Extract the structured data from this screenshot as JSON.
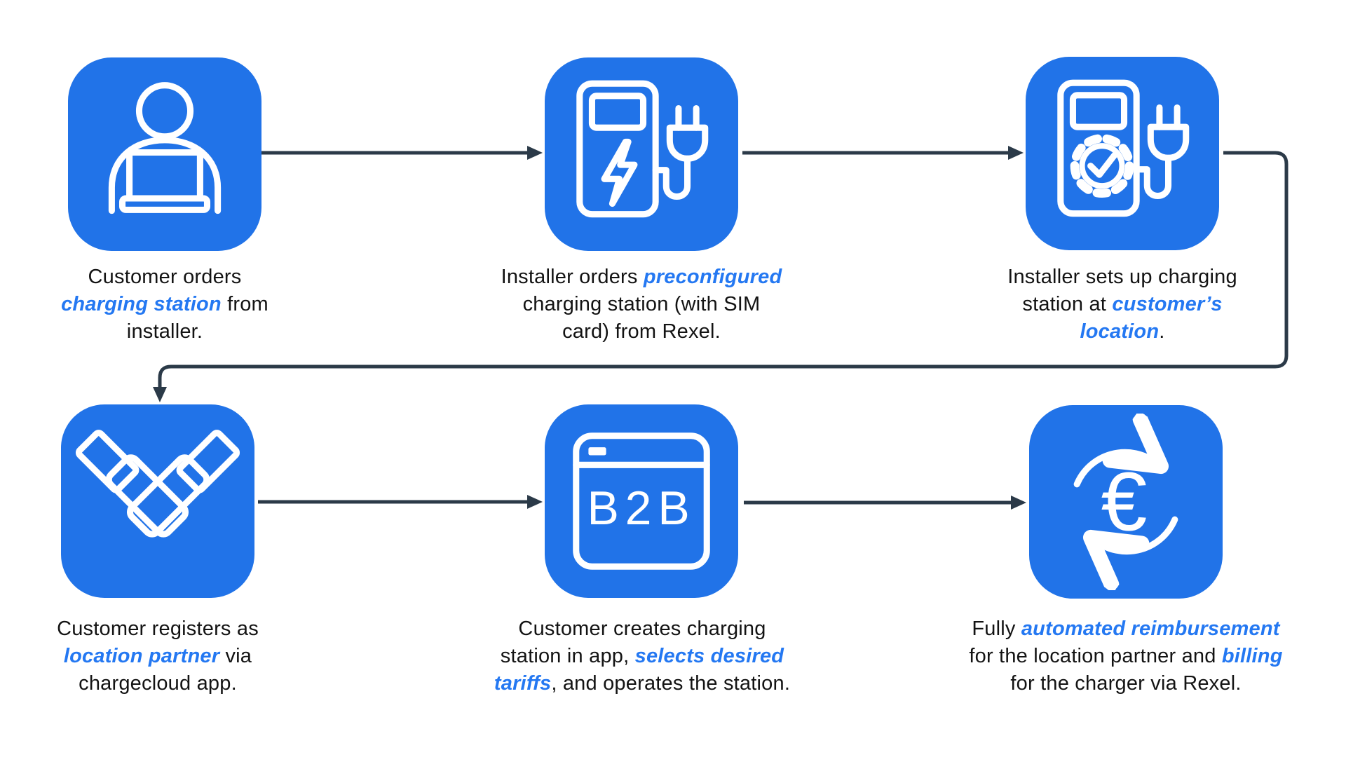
{
  "diagram": {
    "type": "process-flow",
    "step_count": 6,
    "rows": 2
  },
  "colors": {
    "tile_blue": "#2173e8",
    "highlight_blue": "#2478f2",
    "arrow": "#2b3a48",
    "text": "#131313",
    "background": "#ffffff"
  },
  "steps": [
    {
      "id": 1,
      "icon": "customer-laptop-icon",
      "caption_lines": [
        [
          {
            "t": "Customer orders"
          }
        ],
        [
          {
            "t": "charging station",
            "hl": 1
          },
          {
            "t": " from"
          }
        ],
        [
          {
            "t": "installer."
          }
        ]
      ]
    },
    {
      "id": 2,
      "icon": "charging-station-bolt-icon",
      "caption_lines": [
        [
          {
            "t": "Installer orders "
          },
          {
            "t": "preconfigured",
            "hl": 1
          }
        ],
        [
          {
            "t": "charging station (with SIM"
          }
        ],
        [
          {
            "t": "card) from Rexel."
          }
        ]
      ]
    },
    {
      "id": 3,
      "icon": "charging-station-check-icon",
      "caption_lines": [
        [
          {
            "t": "Installer sets up charging"
          }
        ],
        [
          {
            "t": "station at "
          },
          {
            "t": "customer’s",
            "hl": 1
          }
        ],
        [
          {
            "t": "location",
            "hl": 1
          },
          {
            "t": "."
          }
        ]
      ]
    },
    {
      "id": 4,
      "icon": "handshake-icon",
      "caption_lines": [
        [
          {
            "t": "Customer registers as"
          }
        ],
        [
          {
            "t": "location partner",
            "hl": 1
          },
          {
            "t": " via"
          }
        ],
        [
          {
            "t": "chargecloud app."
          }
        ]
      ]
    },
    {
      "id": 5,
      "icon": "b2b-app-icon",
      "icon_label": "B2B",
      "caption_lines": [
        [
          {
            "t": "Customer creates charging"
          }
        ],
        [
          {
            "t": "station in app, "
          },
          {
            "t": "selects desired",
            "hl": 1
          }
        ],
        [
          {
            "t": "tariffs",
            "hl": 1
          },
          {
            "t": ", and operates the station."
          }
        ]
      ]
    },
    {
      "id": 6,
      "icon": "euro-cycle-icon",
      "icon_glyph": "€",
      "caption_lines": [
        [
          {
            "t": "Fully "
          },
          {
            "t": "automated reimbursement",
            "hl": 1
          }
        ],
        [
          {
            "t": "for the location partner and "
          },
          {
            "t": "billing",
            "hl": 1
          }
        ],
        [
          {
            "t": "for the charger via Rexel."
          }
        ]
      ]
    }
  ]
}
